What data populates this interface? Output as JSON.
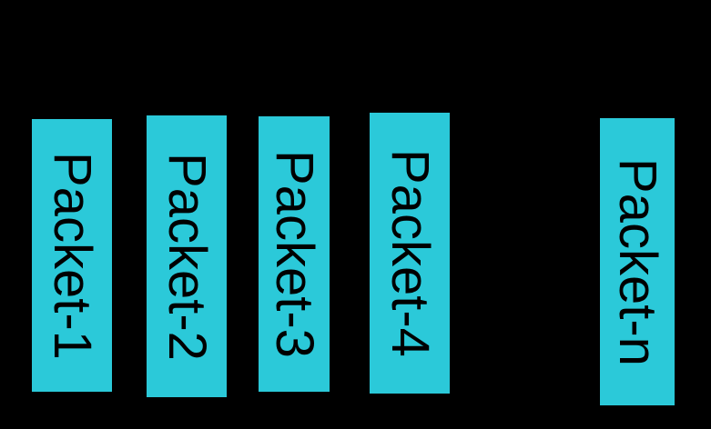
{
  "diagram": {
    "packets": [
      {
        "label": "Packet-1"
      },
      {
        "label": "Packet-2"
      },
      {
        "label": "Packet-3"
      },
      {
        "label": "Packet-4"
      },
      {
        "label": "Packet-n"
      }
    ]
  },
  "colors": {
    "background": "#000000",
    "bar": "#2BC9D9",
    "label": "#000000"
  }
}
